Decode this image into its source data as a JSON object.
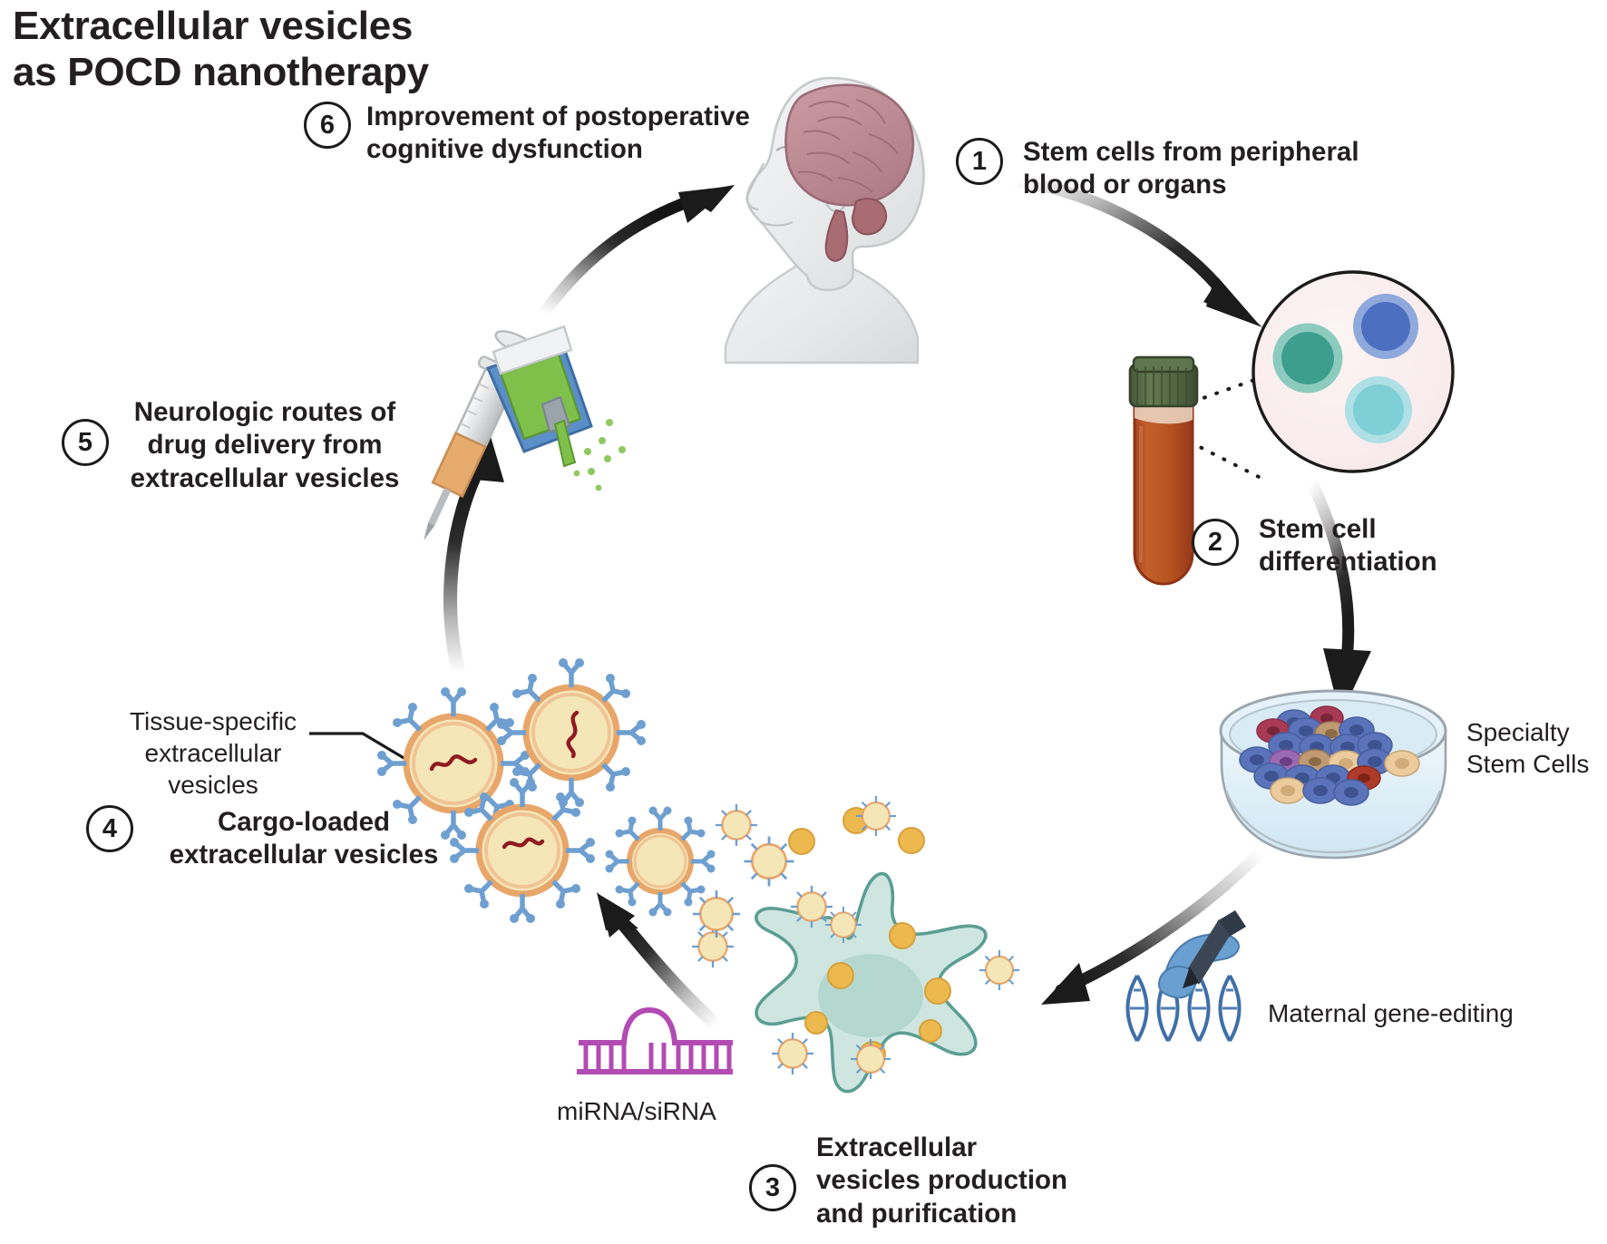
{
  "figure": {
    "title": "Extracellular vesicles\nas POCD nanotherapy",
    "background_color": "#ffffff",
    "type": "cyclic process diagram"
  },
  "steps": [
    {
      "number": "1",
      "label": "Stem cells from peripheral\nblood or organs",
      "style": "bold"
    },
    {
      "number": "2",
      "label": "Stem cell\ndifferentiation",
      "style": "bold"
    },
    {
      "number": "3",
      "label": "Extracellular\nvesicles production\nand purification",
      "style": "bold"
    },
    {
      "number": "4",
      "label": "Cargo-loaded\nextracellular vesicles",
      "style": "bold"
    },
    {
      "number": "5",
      "label": "Neurologic routes of\ndrug delivery from\nextracellular vesicles",
      "style": "bold"
    },
    {
      "number": "6",
      "label": "Improvement of postoperative\ncognitive dysfunction",
      "style": "bold"
    }
  ],
  "annotations": [
    {
      "id": "specialty-stem-cells",
      "text": "Specialty\nStem Cells"
    },
    {
      "id": "maternal-gene-editing",
      "text": "Maternal gene-editing"
    },
    {
      "id": "mirna-sirna",
      "text": "miRNA/siRNA"
    },
    {
      "id": "tissue-specific-ev",
      "text": "Tissue-specific\nextracellular vesicles"
    }
  ],
  "illustrations": [
    {
      "id": "head-brain-illustration",
      "name": "human head with brain"
    },
    {
      "id": "blood-tube-illustration",
      "name": "blood collection tube"
    },
    {
      "id": "stem-cell-circle-illustration",
      "name": "magnified stem cells"
    },
    {
      "id": "petri-dish-illustration",
      "name": "petri dish with cultured cells"
    },
    {
      "id": "gene-editing-illustration",
      "name": "hand editing DNA helix"
    },
    {
      "id": "producer-cell-illustration",
      "name": "vesicle producing cell"
    },
    {
      "id": "mirna-illustration",
      "name": "miRNA hairpin duplex"
    },
    {
      "id": "vesicle-cluster-illustration",
      "name": "cargo loaded extracellular vesicles"
    },
    {
      "id": "syringe-inhaler-illustration",
      "name": "syringe and inhaler"
    }
  ],
  "colors": {
    "outline": "#231f20",
    "arrow": "#1b1b1b",
    "brain": "#c19098",
    "skin": "#eceded",
    "blood": "#c05a28",
    "tube_cap": "#556b45",
    "cell_circle_bg": "#f8ebeb",
    "cell_teal": "#3e9e8d",
    "cell_blue": "#4c6fc0",
    "cell_cyan": "#7fd0d6",
    "dish_fluid": "#d9ecf6",
    "dish_cell_blue": "#5b73bb",
    "dish_cell_tan": "#e0bf8e",
    "dish_cell_red": "#b03a4a",
    "producer_cell": "#cfe6e0",
    "producer_nucleus": "#b4d8d0",
    "vesicle_fill": "#f5e6b7",
    "vesicle_rim": "#e8a66a",
    "vesicle_spike": "#6e9fd0",
    "vesicle_rna": "#8e1b22",
    "mirna": "#b24bb2",
    "dna_blue": "#3f6fa8",
    "inhaler_blue": "#5b8fc9",
    "inhaler_liquid": "#7fc04a"
  }
}
